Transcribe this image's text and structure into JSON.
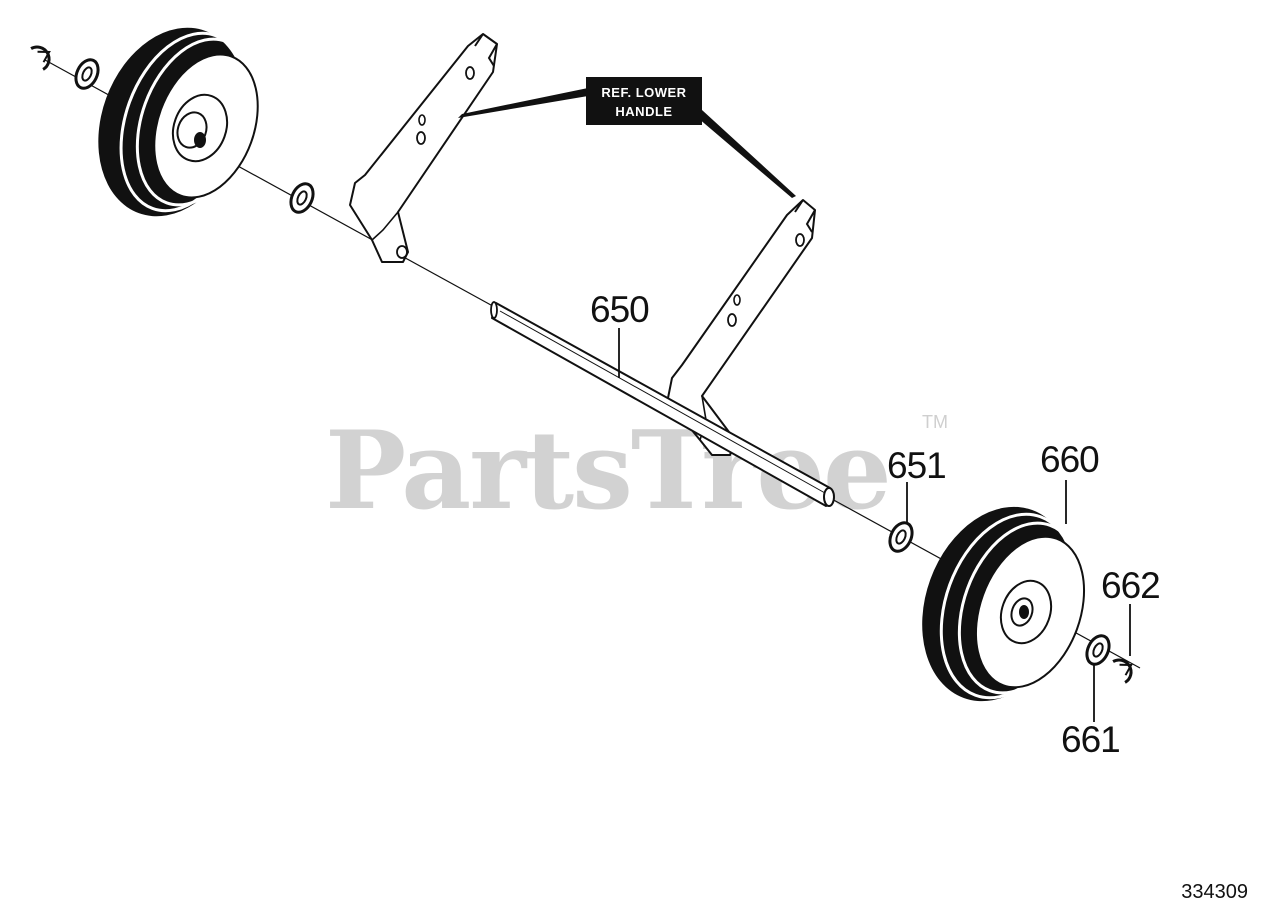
{
  "diagram": {
    "watermark": "PartsTree",
    "watermark_mark": "TM",
    "reference_label_line1": "REF. LOWER",
    "reference_label_line2": "HANDLE",
    "callouts": {
      "axle": "650",
      "washer_inner": "651",
      "wheel": "660",
      "washer_outer": "661",
      "retainer_clip": "662"
    },
    "figure_number": "334309"
  }
}
